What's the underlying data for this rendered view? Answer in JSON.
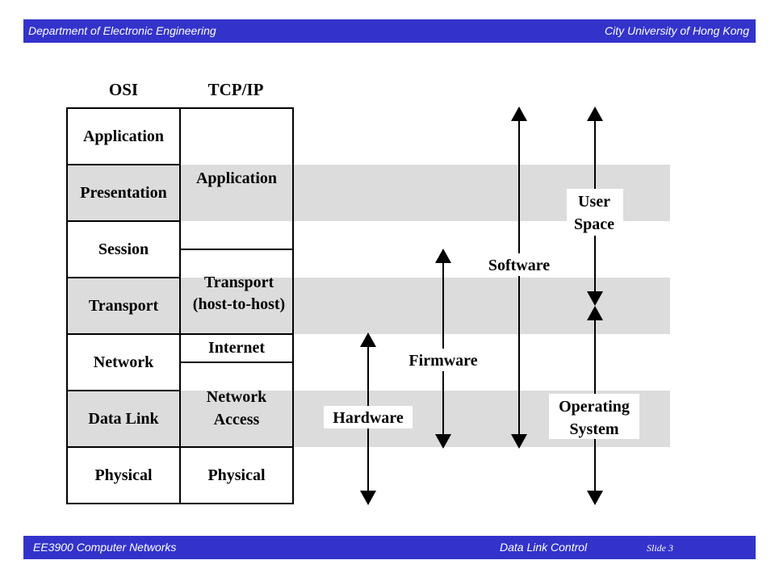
{
  "header": {
    "left": "Department of Electronic Engineering",
    "right": "City University of Hong Kong"
  },
  "footer": {
    "course": "EE3900 Computer Networks",
    "topic": "Data Link Control",
    "slide": "Slide 3"
  },
  "diagram": {
    "osi_title": "OSI",
    "tcpip_title": "TCP/IP",
    "osi_layers": [
      "Application",
      "Presentation",
      "Session",
      "Transport",
      "Network",
      "Data Link",
      "Physical"
    ],
    "tcpip_layers": {
      "application": "Application",
      "transport_line1": "Transport",
      "transport_line2": "(host-to-host)",
      "internet": "Internet",
      "network_access_line1": "Network",
      "network_access_line2": "Access",
      "physical": "Physical"
    },
    "spans": {
      "hardware": "Hardware",
      "firmware": "Firmware",
      "software": "Software",
      "user_space_line1": "User",
      "user_space_line2": "Space",
      "os_line1": "Operating",
      "os_line2": "System"
    },
    "colors": {
      "band": "#dcdcdc",
      "bar": "#3333cc",
      "stroke": "#000000"
    }
  }
}
